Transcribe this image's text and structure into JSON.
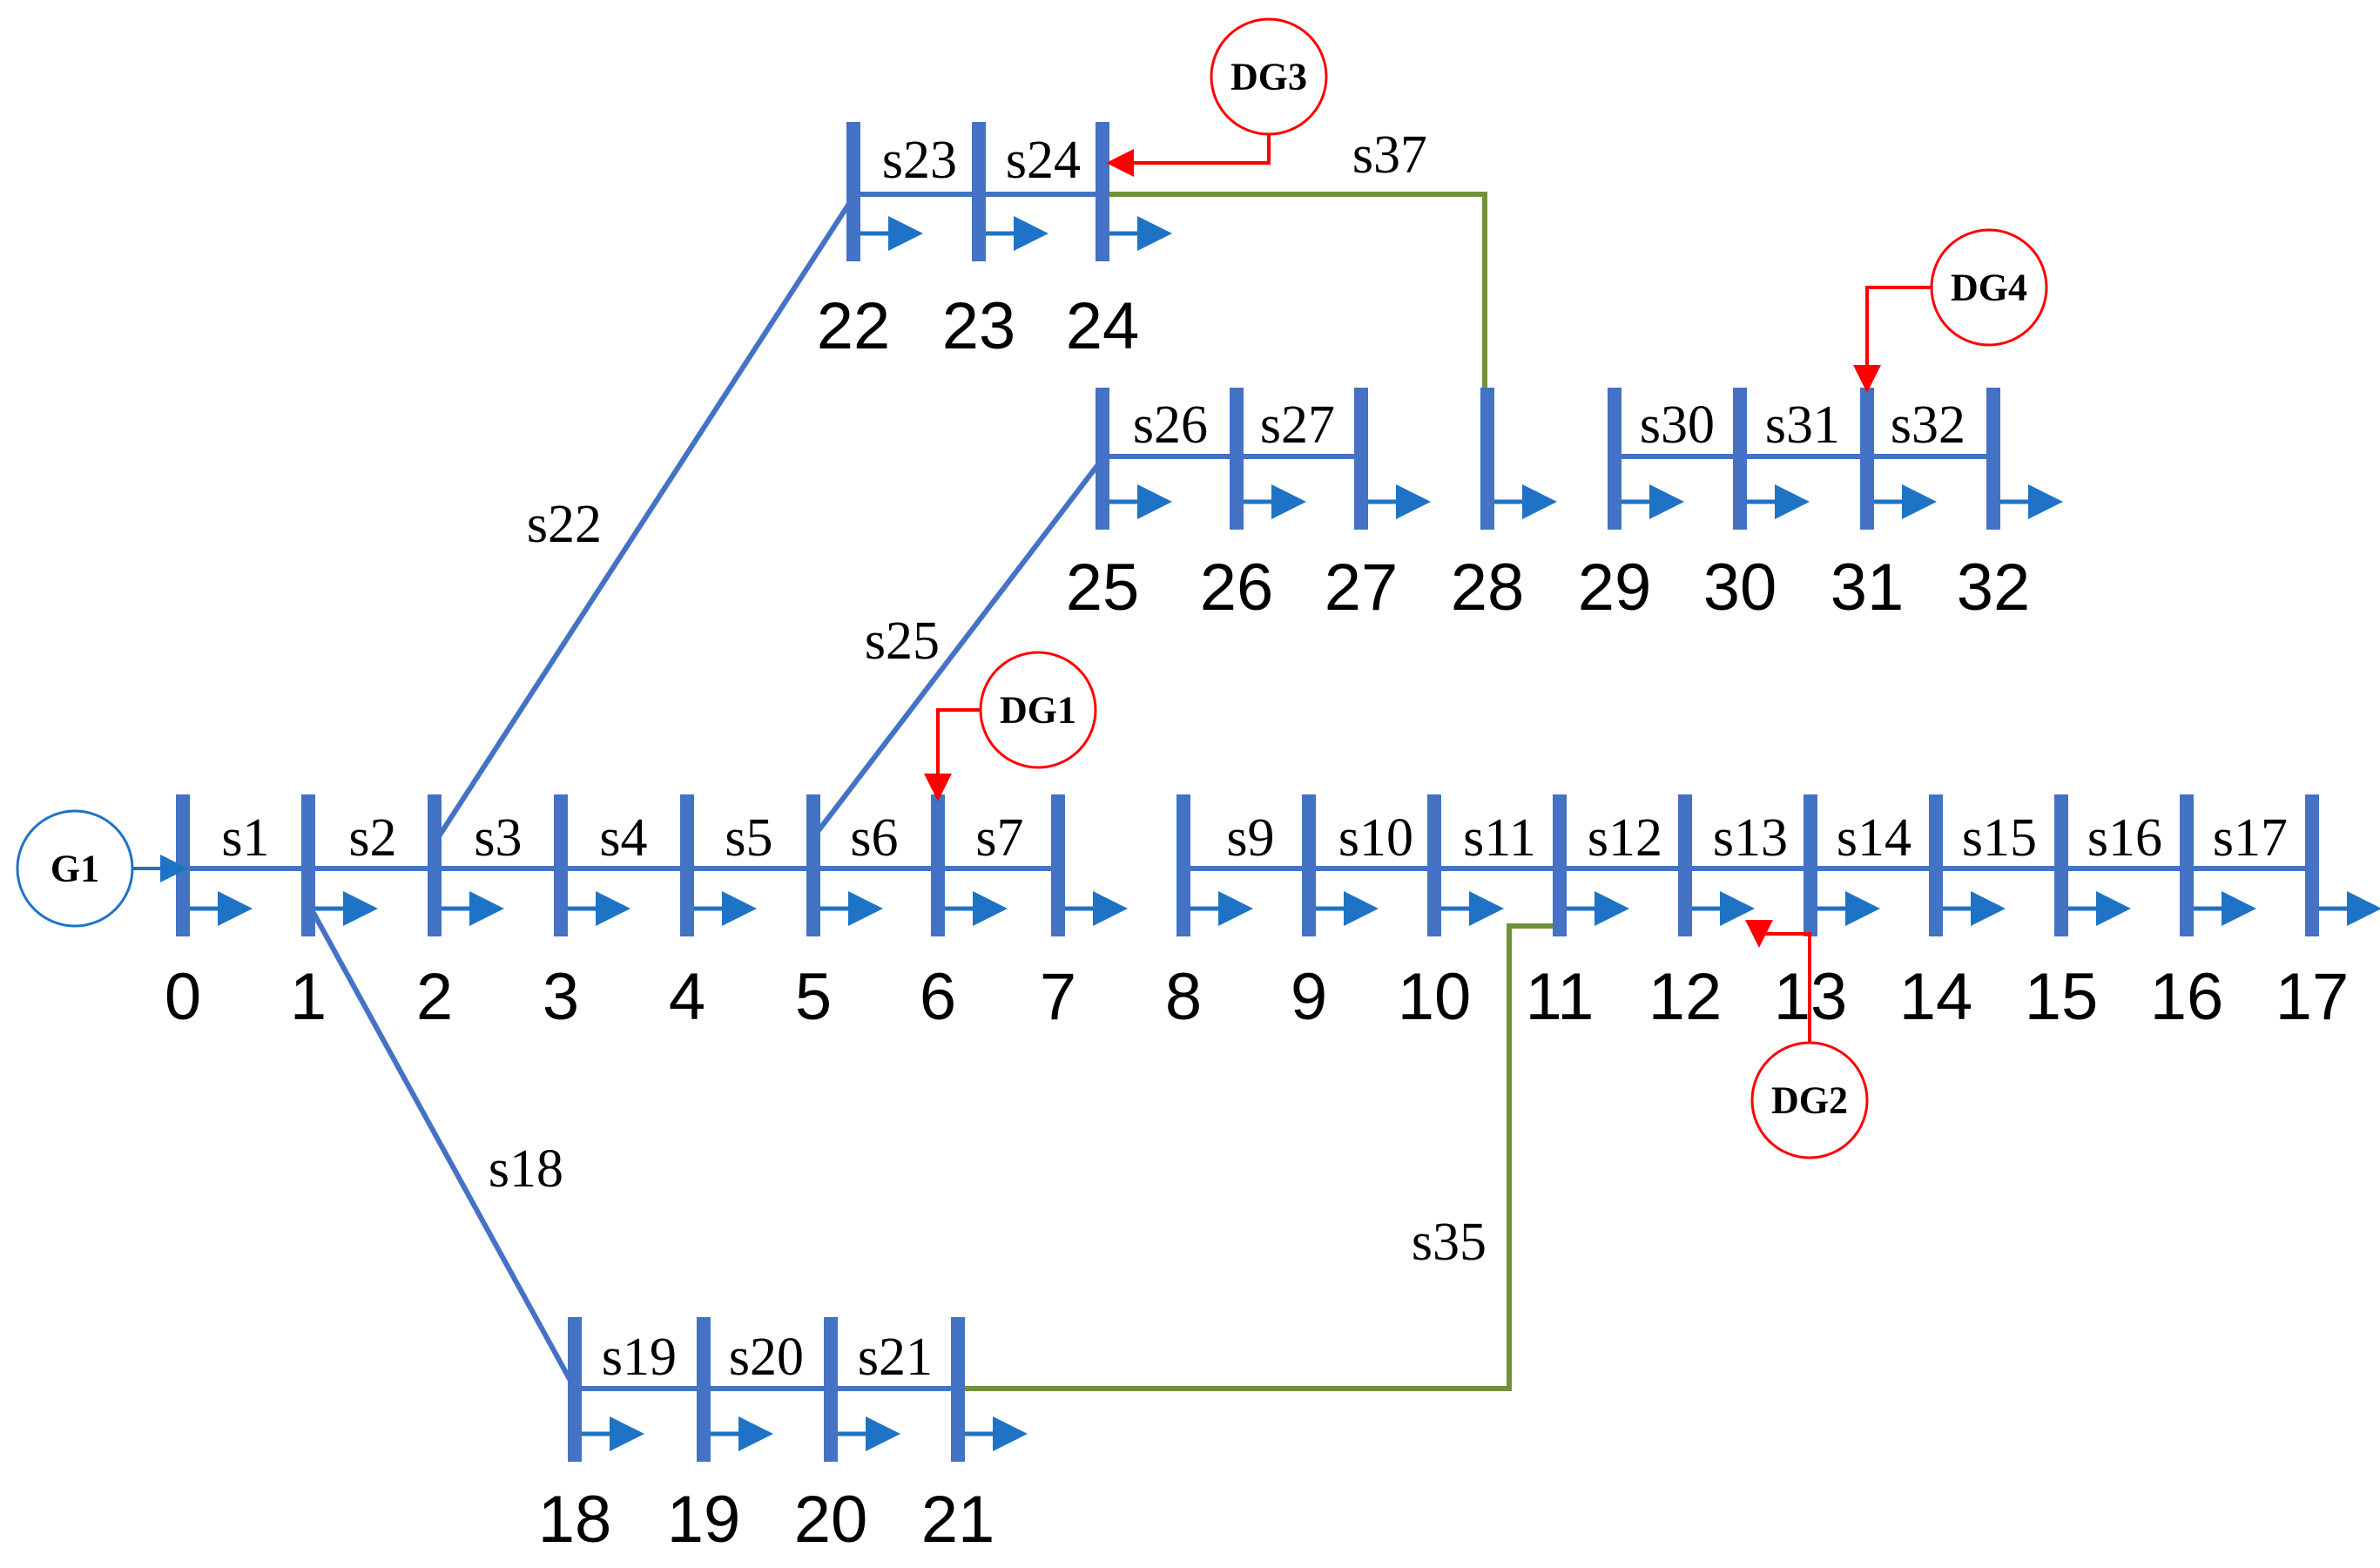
{
  "diagram": {
    "colors": {
      "bus": "#4472C4",
      "line": "#4472C4",
      "load_arrow": "#1F73C6",
      "tie_line": "#70923B",
      "dg": "#FF0000",
      "generator": "#1F73C6"
    },
    "nodes": [
      {
        "id": "n0",
        "label": "0"
      },
      {
        "id": "n1",
        "label": "1"
      },
      {
        "id": "n2",
        "label": "2"
      },
      {
        "id": "n3",
        "label": "3"
      },
      {
        "id": "n4",
        "label": "4"
      },
      {
        "id": "n5",
        "label": "5"
      },
      {
        "id": "n6",
        "label": "6"
      },
      {
        "id": "n7",
        "label": "7"
      },
      {
        "id": "n8",
        "label": "8"
      },
      {
        "id": "n9",
        "label": "9"
      },
      {
        "id": "n10",
        "label": "10"
      },
      {
        "id": "n11",
        "label": "11"
      },
      {
        "id": "n12",
        "label": "12"
      },
      {
        "id": "n13",
        "label": "13"
      },
      {
        "id": "n14",
        "label": "14"
      },
      {
        "id": "n15",
        "label": "15"
      },
      {
        "id": "n16",
        "label": "16"
      },
      {
        "id": "n17",
        "label": "17"
      },
      {
        "id": "n18",
        "label": "18"
      },
      {
        "id": "n19",
        "label": "19"
      },
      {
        "id": "n20",
        "label": "20"
      },
      {
        "id": "n21",
        "label": "21"
      },
      {
        "id": "n22",
        "label": "22"
      },
      {
        "id": "n23",
        "label": "23"
      },
      {
        "id": "n24",
        "label": "24"
      },
      {
        "id": "n25",
        "label": "25"
      },
      {
        "id": "n26",
        "label": "26"
      },
      {
        "id": "n27",
        "label": "27"
      },
      {
        "id": "n28",
        "label": "28"
      },
      {
        "id": "n29",
        "label": "29"
      },
      {
        "id": "n30",
        "label": "30"
      },
      {
        "id": "n31",
        "label": "31"
      },
      {
        "id": "n32",
        "label": "32"
      }
    ],
    "sections": [
      {
        "id": "s1",
        "label": "s1"
      },
      {
        "id": "s2",
        "label": "s2"
      },
      {
        "id": "s3",
        "label": "s3"
      },
      {
        "id": "s4",
        "label": "s4"
      },
      {
        "id": "s5",
        "label": "s5"
      },
      {
        "id": "s6",
        "label": "s6"
      },
      {
        "id": "s7",
        "label": "s7"
      },
      {
        "id": "s9",
        "label": "s9"
      },
      {
        "id": "s10",
        "label": "s10"
      },
      {
        "id": "s11",
        "label": "s11"
      },
      {
        "id": "s12",
        "label": "s12"
      },
      {
        "id": "s13",
        "label": "s13"
      },
      {
        "id": "s14",
        "label": "s14"
      },
      {
        "id": "s15",
        "label": "s15"
      },
      {
        "id": "s16",
        "label": "s16"
      },
      {
        "id": "s17",
        "label": "s17"
      },
      {
        "id": "s18",
        "label": "s18"
      },
      {
        "id": "s19",
        "label": "s19"
      },
      {
        "id": "s20",
        "label": "s20"
      },
      {
        "id": "s21",
        "label": "s21"
      },
      {
        "id": "s22",
        "label": "s22"
      },
      {
        "id": "s23",
        "label": "s23"
      },
      {
        "id": "s24",
        "label": "s24"
      },
      {
        "id": "s25",
        "label": "s25"
      },
      {
        "id": "s26",
        "label": "s26"
      },
      {
        "id": "s27",
        "label": "s27"
      },
      {
        "id": "s30",
        "label": "s30"
      },
      {
        "id": "s31",
        "label": "s31"
      },
      {
        "id": "s32",
        "label": "s32"
      },
      {
        "id": "s35",
        "label": "s35"
      },
      {
        "id": "s37",
        "label": "s37"
      }
    ],
    "sources": [
      {
        "id": "g1",
        "label": "G1",
        "type": "generator",
        "connects_to": "0"
      },
      {
        "id": "dg1",
        "label": "DG1",
        "type": "distributed-generator",
        "connects_to": "6"
      },
      {
        "id": "dg2",
        "label": "DG2",
        "type": "distributed-generator",
        "connects_to": "13"
      },
      {
        "id": "dg3",
        "label": "DG3",
        "type": "distributed-generator",
        "connects_to": "24"
      },
      {
        "id": "dg4",
        "label": "DG4",
        "type": "distributed-generator",
        "connects_to": "31"
      }
    ]
  }
}
